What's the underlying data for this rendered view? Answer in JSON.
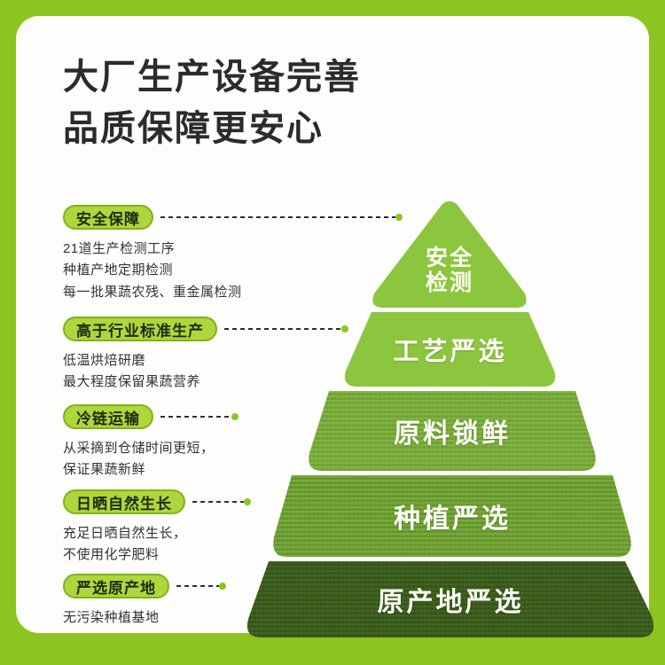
{
  "theme": {
    "frame_color": "#8CC520",
    "card_color": "#fdfdfb",
    "badge_fill": "#AFD63C",
    "badge_border": "#7CB518",
    "headline_color": "#2b2b2b",
    "tier_text_color": "#ffffff"
  },
  "headline": {
    "line1": "大厂生产设备完善",
    "line2": "品质保障更安心"
  },
  "chart_data": {
    "type": "pyramid",
    "title": "大厂生产设备完善 品质保障更安心",
    "levels": [
      {
        "rank": 1,
        "tier_label": "安全检测",
        "tier_label_lines": [
          "安全",
          "检测"
        ],
        "fill": "#8CC63F",
        "texture": "solid",
        "badge": "安全保障",
        "details": [
          "21道生产检测工序",
          "种植产地定期检测",
          "每一批果蔬农残、重金属检测"
        ]
      },
      {
        "rank": 2,
        "tier_label": "工艺严选",
        "fill": "#8CC63F",
        "texture": "solid",
        "badge": "高于行业标准生产",
        "details": [
          "低温烘焙研磨",
          "最大程度保留果蔬营养"
        ]
      },
      {
        "rank": 3,
        "tier_label": "原料锁鲜",
        "fill": "#76a83a",
        "texture": "grass",
        "badge": "冷链运输",
        "details": [
          "从采摘到仓储时间更短，",
          "保证果蔬新鲜"
        ]
      },
      {
        "rank": 4,
        "tier_label": "种植严选",
        "fill": "#6d9f33",
        "texture": "grass",
        "badge": "日晒自然生长",
        "details": [
          "充足日晒自然生长，",
          "不使用化学肥料"
        ]
      },
      {
        "rank": 5,
        "tier_label": "原产地严选",
        "fill": "#3c5c1e",
        "texture": "grass",
        "badge": "严选原产地",
        "details": [
          "无污染种植基地"
        ]
      }
    ]
  }
}
